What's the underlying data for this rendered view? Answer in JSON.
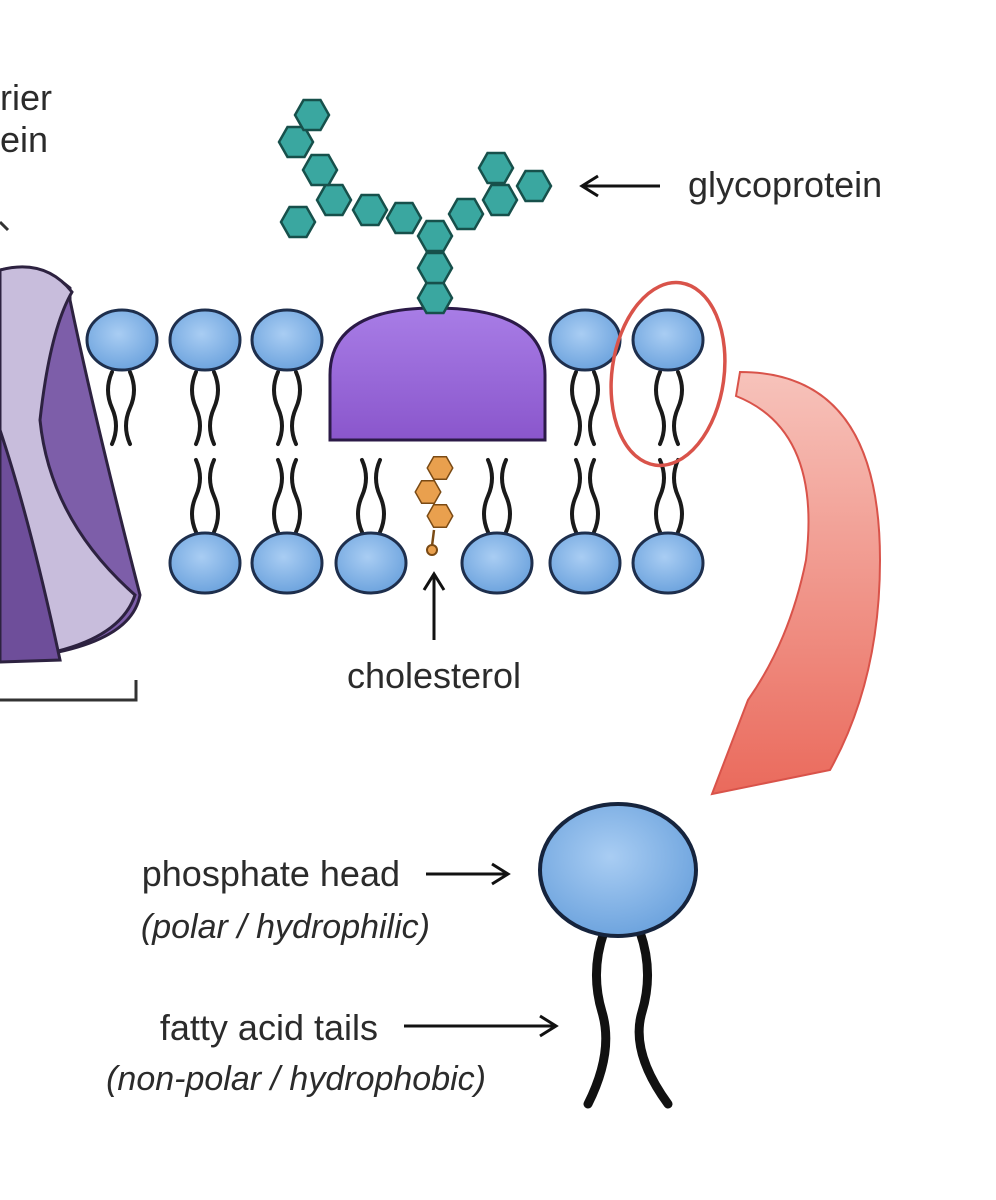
{
  "labels": {
    "carrier_line1": "rier",
    "carrier_line2": "ein",
    "glycoprotein": "glycoprotein",
    "cholesterol": "cholesterol",
    "phosphate_head": "phosphate head",
    "phosphate_head_note": "(polar / hydrophilic)",
    "fatty_acid_tails": "fatty acid tails",
    "fatty_acid_tails_note": "(non-polar / hydrophobic)"
  },
  "colors": {
    "phosphate_head": "#7fb3e8",
    "protein": "#9a66d6",
    "carrier_protein": "#7a5aa6",
    "glycoprotein_chain": "#3aa7a0",
    "cholesterol": "#e9a04e",
    "highlight_arrow": "#ea6a5c"
  },
  "icons": {
    "glycoprotein_arrow": "left-arrow-icon",
    "cholesterol_arrow": "up-arrow-icon",
    "head_arrow": "right-arrow-icon",
    "tails_arrow": "right-arrow-icon"
  }
}
